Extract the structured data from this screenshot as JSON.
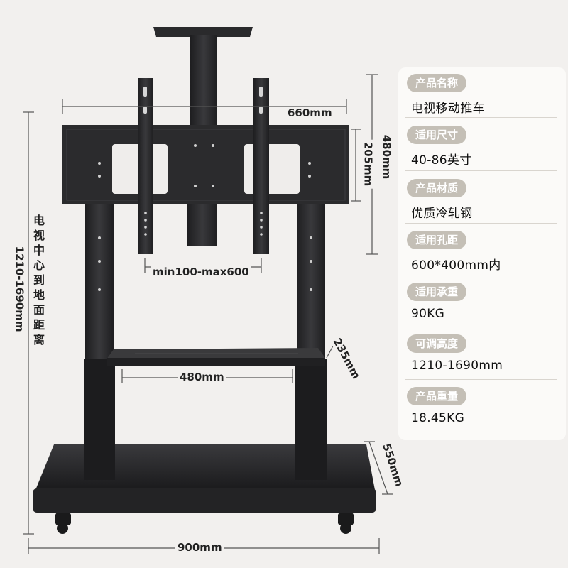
{
  "dimensions": {
    "mount_span": "660mm",
    "panel_height": "480mm",
    "vesa_height": "205mm",
    "vesa_range": "min100-max600",
    "shelf_width": "480mm",
    "shelf_depth": "235mm",
    "base_depth": "550mm",
    "base_width": "900mm",
    "center_height_range": "1210-1690mm",
    "center_height_label": "电视中心到地面距离"
  },
  "specs": [
    {
      "key": "产品名称",
      "value": "电视移动推车"
    },
    {
      "key": "适用尺寸",
      "value": "40-86英寸"
    },
    {
      "key": "产品材质",
      "value": "优质冷轧钢"
    },
    {
      "key": "适用孔距",
      "value": "600*400mm内"
    },
    {
      "key": "适用承重",
      "value": "90KG"
    },
    {
      "key": "可调高度",
      "value": "1210-1690mm"
    },
    {
      "key": "产品重量",
      "value": "18.45KG"
    }
  ],
  "colors": {
    "background": "#f2f0ee",
    "metal": "#2a2a2c",
    "tag": "#c4bfb6",
    "dim_line": "#444444"
  }
}
